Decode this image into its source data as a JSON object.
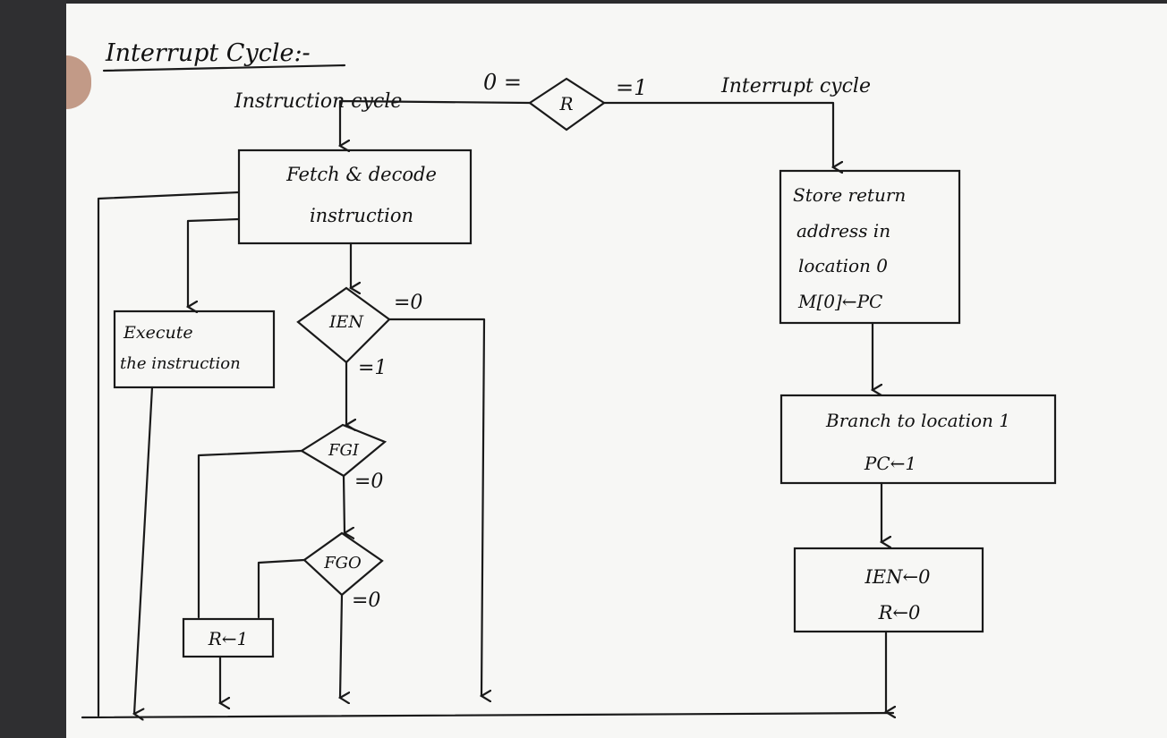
{
  "title": "Interrupt Cycle:-",
  "labels": {
    "instruction_cycle": "Instruction cycle",
    "interrupt_cycle": "Interrupt cycle",
    "r_zero": "0 =",
    "r_one": "=1",
    "ien_zero": "=0",
    "ien_one": "=1",
    "fgi_zero": "=0",
    "fgo_zero": "=0"
  },
  "decisions": {
    "r": "R",
    "ien": "IEN",
    "fgi": "FGI",
    "fgo": "FGO"
  },
  "boxes": {
    "fetch_line1": "Fetch & decode",
    "fetch_line2": "instruction",
    "execute_line1": "Execute",
    "execute_line2": "the instruction",
    "r_set": "R←1",
    "store_line1": "Store return",
    "store_line2": "address in",
    "store_line3": "location 0",
    "store_line4": "M[0]←PC",
    "branch_line1": "Branch to location 1",
    "branch_line2": "PC←1",
    "reset_line1": "IEN←0",
    "reset_line2": "R←0"
  }
}
